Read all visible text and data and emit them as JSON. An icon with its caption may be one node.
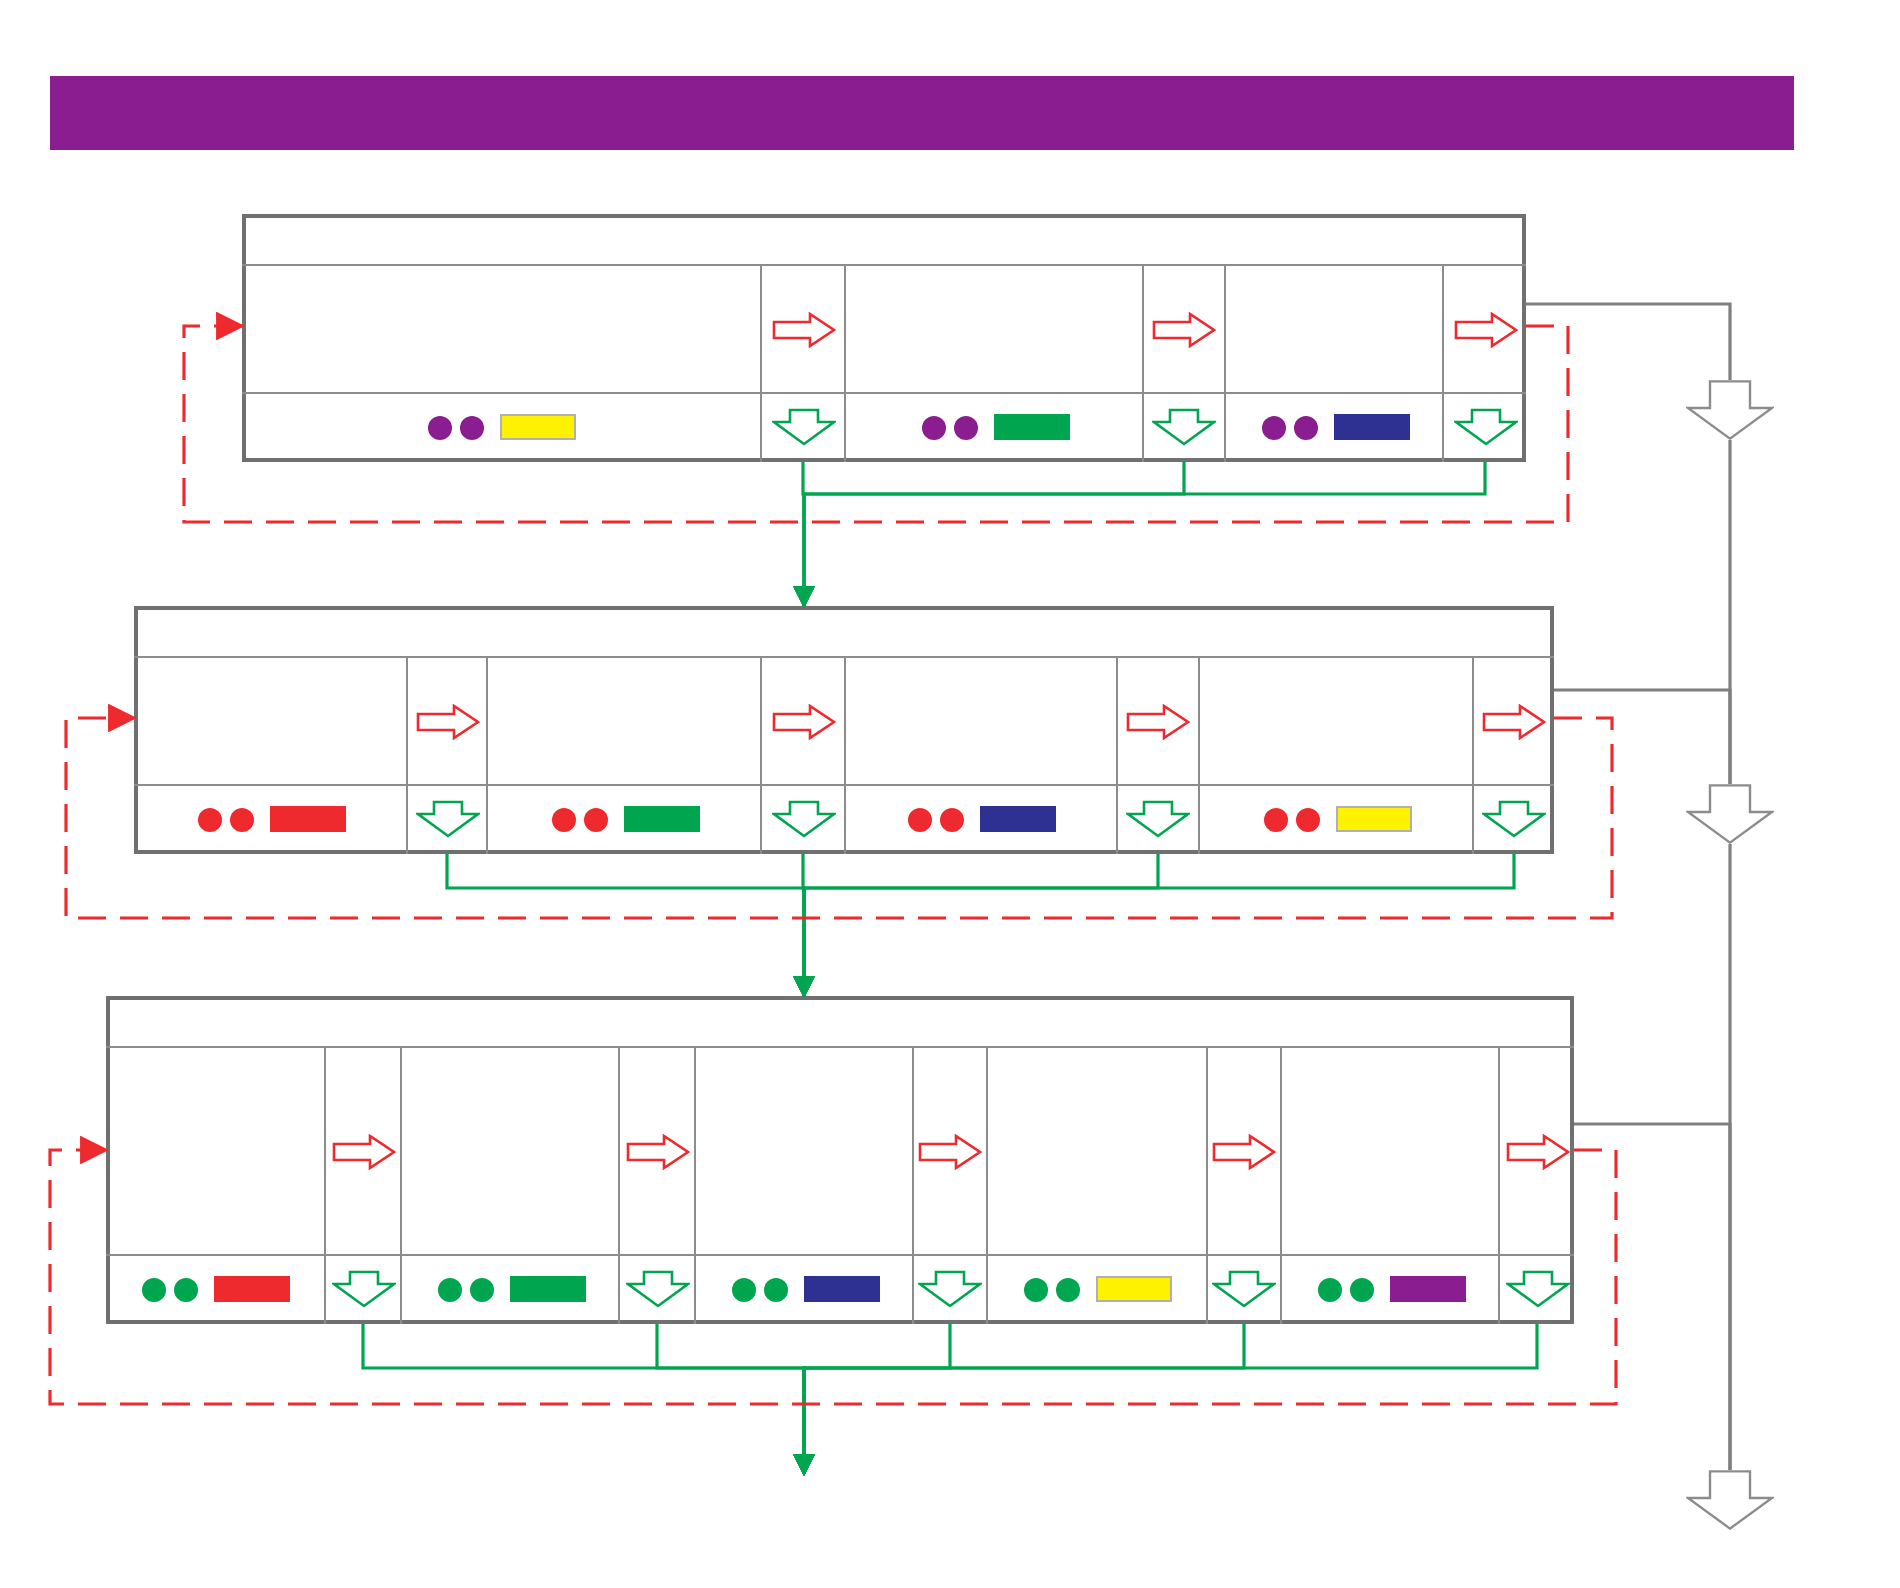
{
  "diagram": {
    "nodes": [
      {
        "text": [],
        "shape": "box"
      },
      {
        "text": [],
        "shape": "box",
        "in": 0
      },
      {
        "text": [],
        "shape": "box",
        "in": 0
      },
      {
        "text": [],
        "shape": "box",
        "in": 0
      },
      {
        "text": [],
        "shape": "box"
      },
      {
        "text": [],
        "shape": "box",
        "in": 4
      },
      {
        "text": [],
        "shape": "box",
        "in": 4
      },
      {
        "text": [],
        "shape": "box",
        "in": 4
      },
      {
        "text": [],
        "shape": "box",
        "in": 4
      },
      {
        "text": [],
        "shape": "box"
      },
      {
        "text": [],
        "shape": "box",
        "in": 9
      },
      {
        "text": [],
        "shape": "box",
        "in": 9
      },
      {
        "text": [],
        "shape": "box",
        "in": 9
      },
      {
        "text": [],
        "shape": "box",
        "in": 9
      },
      {
        "text": [],
        "shape": "box",
        "in": 9
      },
      {
        "text": [],
        "shape": "arrow"
      },
      {
        "text": [],
        "shape": "arrow"
      },
      {
        "text": [],
        "shape": "arrow"
      },
      {
        "text": [],
        "shape": "bar"
      }
    ],
    "edges": [
      {
        "from": 1,
        "to": 4,
        "arrow": "to"
      },
      {
        "from": 2,
        "to": 4,
        "arrow": "to"
      },
      {
        "from": 3,
        "to": 4,
        "arrow": "to"
      },
      {
        "from": 5,
        "to": 9,
        "arrow": "to"
      },
      {
        "from": 6,
        "to": 9,
        "arrow": "to"
      },
      {
        "from": 7,
        "to": 9,
        "arrow": "to"
      },
      {
        "from": 8,
        "to": 9,
        "arrow": "to"
      },
      {
        "from": 10,
        "to": null,
        "arrow": "to"
      },
      {
        "from": 11,
        "to": null,
        "arrow": "to"
      },
      {
        "from": 12,
        "to": null,
        "arrow": "to"
      },
      {
        "from": 13,
        "to": null,
        "arrow": "to"
      },
      {
        "from": 14,
        "to": null,
        "arrow": "to"
      },
      {
        "from": 3,
        "to": 1,
        "arrow": "to",
        "style": "dashed",
        "color": "#ee2a2e"
      },
      {
        "from": 8,
        "to": 5,
        "arrow": "to",
        "style": "dashed",
        "color": "#ee2a2e"
      },
      {
        "from": 14,
        "to": 10,
        "arrow": "to",
        "style": "dashed",
        "color": "#ee2a2e"
      },
      {
        "from": 0,
        "to": 15,
        "arrow": "none",
        "color": "#7f7f7f"
      },
      {
        "from": 15,
        "to": 16,
        "arrow": "none",
        "color": "#7f7f7f"
      },
      {
        "from": 4,
        "to": 16,
        "arrow": "none",
        "color": "#7f7f7f"
      },
      {
        "from": 16,
        "to": 17,
        "arrow": "none",
        "color": "#7f7f7f"
      },
      {
        "from": 9,
        "to": 17,
        "arrow": "none",
        "color": "#7f7f7f"
      }
    ]
  }
}
